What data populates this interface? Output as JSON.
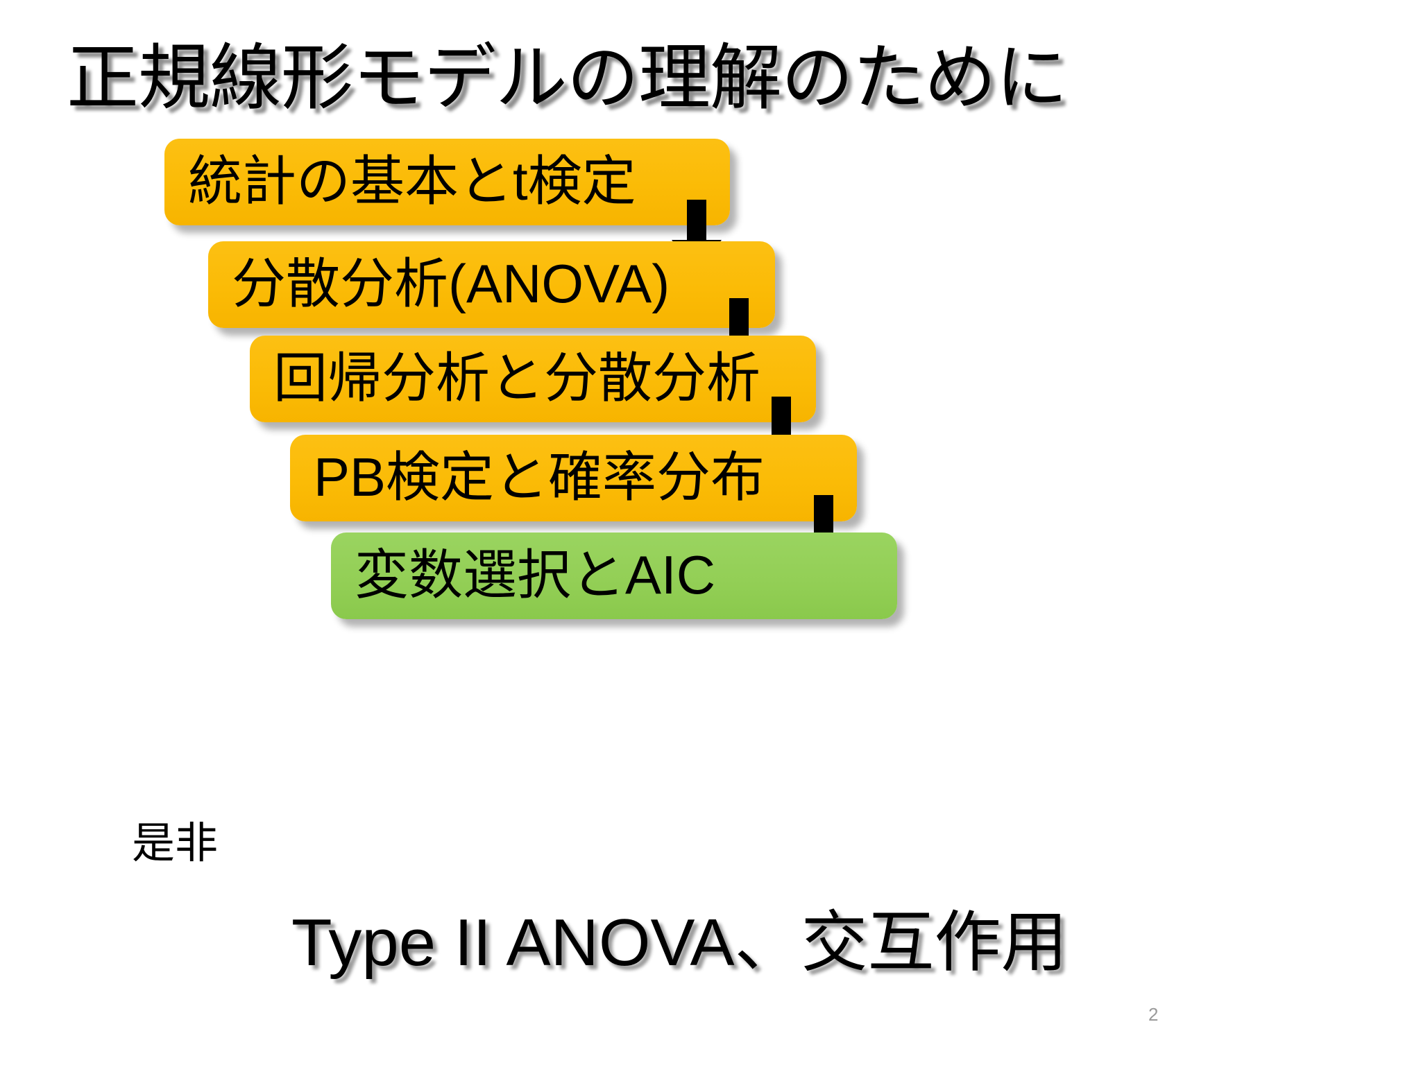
{
  "slide": {
    "title": "正規線形モデルの理解のために",
    "page_number": "2",
    "background_color": "#FFFFFF"
  },
  "flow": {
    "colors": {
      "yellow": "#FBBB06",
      "green": "#93CF56",
      "text": "#000000",
      "arrow": "#000000"
    },
    "steps": [
      {
        "label": "統計の基本とt検定",
        "color": "#FBBB06",
        "kind": "yellow"
      },
      {
        "label": "分散分析(ANOVA)",
        "color": "#FBBB06",
        "kind": "yellow"
      },
      {
        "label": "回帰分析と分散分析",
        "color": "#FBBB06",
        "kind": "yellow"
      },
      {
        "label": "PB検定と確率分布",
        "color": "#FBBB06",
        "kind": "yellow"
      },
      {
        "label": "変数選択とAIC",
        "color": "#93CF56",
        "kind": "green"
      }
    ],
    "arrows": [
      {
        "name": "arrow-down-icon-1"
      },
      {
        "name": "arrow-down-icon-2"
      },
      {
        "name": "arrow-down-icon-3"
      },
      {
        "name": "arrow-down-icon-4"
      }
    ]
  },
  "notes": {
    "zehi": "是非",
    "footer": "Type II ANOVA、交互作用"
  }
}
